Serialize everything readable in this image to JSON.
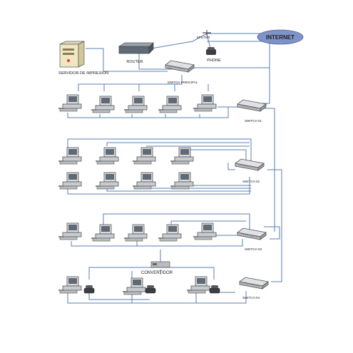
{
  "labels": {
    "internet": "INTERNET",
    "splitter": "SPLITER",
    "router": "ROUTER",
    "phone": "PHONE",
    "print_server": "SERVIDOR DE IMPRESION",
    "switch_principal": "SWITCH PRINCIPAL",
    "switch_01": "SWITCH 01",
    "switch_02": "SWITCH 02",
    "switch_03": "SWITCH 03",
    "switch_04": "SWITCH 04",
    "converter": "CONVERTIDOR"
  },
  "colors": {
    "internet_cloud": "#7f93c9",
    "wire": "#5a7fb0",
    "device": "#9aa0a6"
  },
  "groups": [
    {
      "switch": "switch_01",
      "pc_count": 5
    },
    {
      "switch": "switch_02",
      "pc_count": 8
    },
    {
      "switch": "switch_03",
      "pc_count": 5
    },
    {
      "switch": "switch_04",
      "pc_count": 3,
      "phone_count": 3
    }
  ]
}
